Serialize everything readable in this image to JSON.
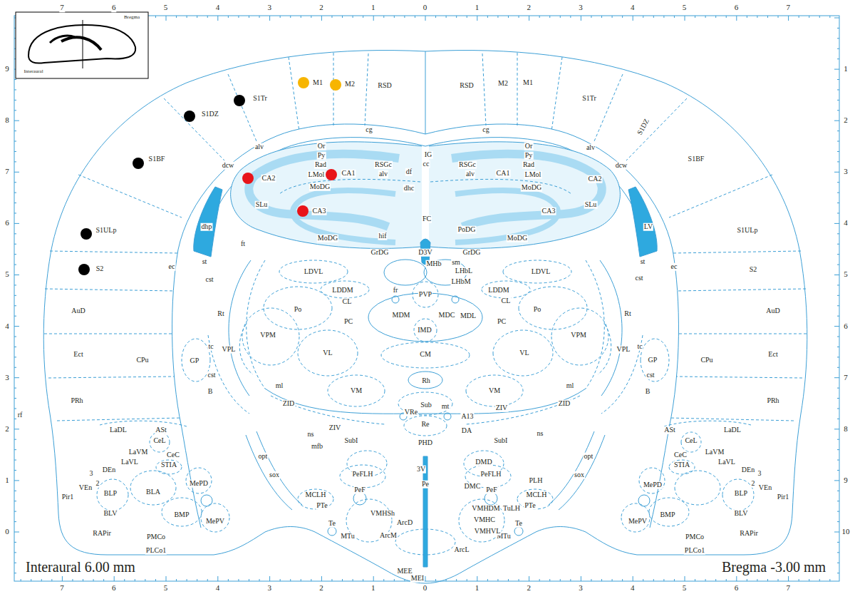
{
  "diagram": {
    "labels": [
      "7",
      "6",
      "5",
      "4",
      "3",
      "2",
      "1",
      "0",
      "1",
      "2",
      "3",
      "4",
      "5",
      "6",
      "7",
      "7",
      "6",
      "5",
      "4",
      "3",
      "2",
      "1",
      "0",
      "1",
      "2",
      "3",
      "4",
      "5",
      "6",
      "7",
      "9",
      "8",
      "7",
      "6",
      "5",
      "4",
      "3",
      "2",
      "1",
      "0",
      "1",
      "2",
      "3",
      "4",
      "5",
      "6",
      "7",
      "8",
      "9",
      "10",
      "Bregma",
      "Interaural",
      "M1",
      "M2",
      "RSD",
      "S1Tr",
      "S1DZ",
      "S1BF",
      "S1ULp",
      "S2",
      "AuD",
      "Ect",
      "PRh",
      "rf",
      "RSD",
      "M2",
      "M1",
      "S1Tr",
      "S1DZ",
      "S1BF",
      "S1ULp",
      "S2",
      "AuD",
      "Ect",
      "PRh",
      "cg",
      "cg",
      "RSGc",
      "RSGc",
      "IG",
      "cc",
      "df",
      "dhc",
      "FC",
      "D3V",
      "MHb",
      "alv",
      "Or",
      "Py",
      "Rad",
      "LMol",
      "CA1",
      "alv",
      "CA2",
      "dcw",
      "MoDG",
      "SLu",
      "CA3",
      "hif",
      "MoDG",
      "GrDG",
      "dhp",
      "ft",
      "ec",
      "st",
      "cst",
      "alv",
      "Or",
      "Py",
      "Rad",
      "LMol",
      "CA1",
      "alv",
      "CA2",
      "dcw",
      "MoDG",
      "SLu",
      "CA3",
      "PoDG",
      "MoDG",
      "GrDG",
      "LV",
      "ec",
      "st",
      "cst",
      "sm",
      "LHbL",
      "LHbM",
      "fr",
      "PVP",
      "LDVL",
      "LDDM",
      "CL",
      "Po",
      "Rt",
      "VPM",
      "VPL",
      "VL",
      "PC",
      "MDM",
      "MDC",
      "MDL",
      "IMD",
      "CM",
      "Rh",
      "Sub",
      "Re",
      "VM",
      "VM",
      "LDVL",
      "LDDM",
      "CL",
      "Po",
      "Rt",
      "VPM",
      "VPL",
      "VL",
      "PC",
      "tc",
      "tc",
      "CPu",
      "CPu",
      "GP",
      "GP",
      "cst",
      "cst",
      "B",
      "B",
      "ml",
      "ml",
      "ZID",
      "ZID",
      "ZIV",
      "ZIV",
      "SubI",
      "SubI",
      "ns",
      "ns",
      "mfb",
      "PHD",
      "VRe",
      "mt",
      "A13",
      "DA",
      "DMD",
      "PeFLH",
      "PeFLH",
      "3V",
      "Pe",
      "DMC",
      "PeF",
      "PeF",
      "PLH",
      "MCLH",
      "MCLH",
      "sox",
      "sox",
      "opt",
      "opt",
      "PTe",
      "PTe",
      "Te",
      "Te",
      "MTu",
      "MTu",
      "VMHSh",
      "ArcD",
      "ArcM",
      "VMHDM",
      "VMHC",
      "VMHVL",
      "TuLH",
      "ArcL",
      "MEE",
      "MEI",
      "LaDL",
      "ASt",
      "CeL",
      "LaVM",
      "CeC",
      "DEn",
      "LaVL",
      "STIA",
      "MePD",
      "BLA",
      "BLP",
      "BLV",
      "BMP",
      "MePV",
      "RAPir",
      "PMCo",
      "PLCo1",
      "Pir1",
      "VEn",
      "3",
      "2",
      "LaDL",
      "ASt",
      "CeL",
      "LaVM",
      "CeC",
      "DEn",
      "LaVL",
      "STIA",
      "MePD",
      "BLP",
      "BLV",
      "BMP",
      "MePV",
      "RAPir",
      "PMCo",
      "PLCo1",
      "Pir1",
      "VEn",
      "3",
      "2",
      "Interaural 6.00 mm",
      "Bregma -3.00 mm"
    ]
  }
}
